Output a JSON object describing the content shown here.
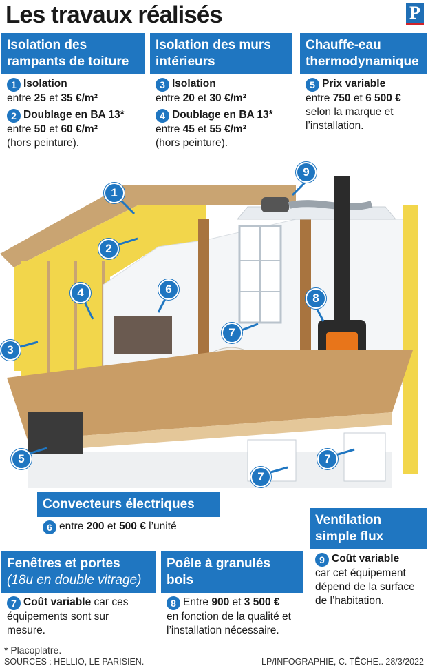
{
  "title": "Les travaux réalisés",
  "logo": "P",
  "panels": {
    "rampants": {
      "title": "Isolation des rampants de toiture",
      "item1_label": "Isolation",
      "item1_text1": "entre ",
      "item1_v1": "25",
      "item1_mid": " et ",
      "item1_v2": "35 €/m²",
      "item2_label": "Doublage en BA 13*",
      "item2_text1": "entre ",
      "item2_v1": "50",
      "item2_mid": " et ",
      "item2_v2": "60 €/m²",
      "item2_note": "(hors peinture)."
    },
    "murs": {
      "title": "Isolation des murs intérieurs",
      "item3_label": "Isolation",
      "item3_text1": "entre ",
      "item3_v1": "20",
      "item3_mid": " et ",
      "item3_v2": "30 €/m²",
      "item4_label": "Doublage en BA 13*",
      "item4_text1": "entre ",
      "item4_v1": "45",
      "item4_mid": " et ",
      "item4_v2": "55 €/m²",
      "item4_note": "(hors peinture)."
    },
    "chauffe": {
      "title": "Chauffe-eau thermodynamique",
      "item5_label": "Prix variable",
      "item5_text1": "entre ",
      "item5_v1": "750",
      "item5_mid": " et ",
      "item5_v2": "6 500 €",
      "item5_text2": "selon la marque et l’installation."
    },
    "convecteurs": {
      "title": "Convecteurs électriques",
      "item6_text1": "entre ",
      "item6_v1": "200",
      "item6_mid": " et ",
      "item6_v2": "500 €",
      "item6_end": " l’unité"
    },
    "fenetres": {
      "title": "Fenêtres et portes",
      "subtitle": "(18u en double vitrage)",
      "item7_label": "Coût variable",
      "item7_text": " car ces équipements sont sur mesure."
    },
    "poele": {
      "title": "Poêle à granulés bois",
      "item8_text1": "Entre ",
      "item8_v1": "900",
      "item8_mid": " et ",
      "item8_v2": "3 500 €",
      "item8_text2": "en fonction de la qualité et l’installation nécessaire."
    },
    "ventilation": {
      "title": "Ventilation simple flux",
      "item9_label": "Coût variable",
      "item9_text": "car cet équipement dépend de la surface de l’habitation."
    }
  },
  "markers": [
    "1",
    "2",
    "3",
    "4",
    "5",
    "6",
    "7",
    "8",
    "9"
  ],
  "footer": {
    "note": "* Placoplatre.",
    "sources": "SOURCES : HELLIO, LE PARISIEN.",
    "credit": "LP/INFOGRAPHIE, C. TÊCHE.. 28/3/2022"
  },
  "colors": {
    "accent": "#1f76c1",
    "insulation": "#f2d64b",
    "wood": "#c9a472"
  }
}
